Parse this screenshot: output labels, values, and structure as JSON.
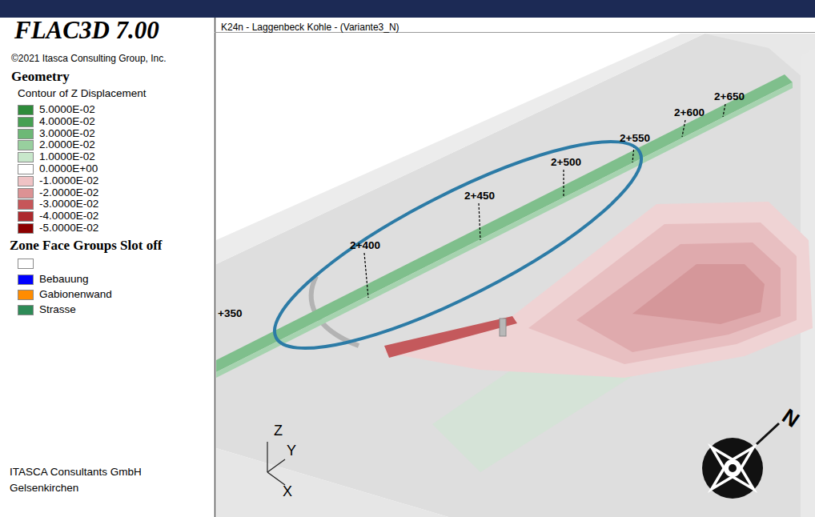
{
  "diagram": {
    "title": "K24n - Laggenbeck Kohle - (Variante3_N)",
    "labels": [
      "FLAC3D 7.00",
      "©2021 Itasca Consulting Group, Inc.",
      "Geometry",
      "Contour of Z Displacement",
      "Zone Face Groups Slot off",
      "ITASCA Consultants GmbH",
      "Gelsenkirchen",
      "+350",
      "2+400",
      "2+450",
      "2+500",
      "2+550",
      "2+600",
      "2+650",
      "Z",
      "Y",
      "X",
      "N"
    ],
    "legend": [
      {
        "text": "5.0000E-02",
        "color": "#2e8b3a"
      },
      {
        "text": "4.0000E-02",
        "color": "#46a052"
      },
      {
        "text": "3.0000E-02",
        "color": "#6db876"
      },
      {
        "text": "2.0000E-02",
        "color": "#98cf9e"
      },
      {
        "text": "1.0000E-02",
        "color": "#c8e7cb"
      },
      {
        "text": "0.0000E+00",
        "color": "#ffffff"
      },
      {
        "text": "-1.0000E-02",
        "color": "#efc3c5"
      },
      {
        "text": "-2.0000E-02",
        "color": "#dc9294"
      },
      {
        "text": "-3.0000E-02",
        "color": "#c65659"
      },
      {
        "text": "-4.0000E-02",
        "color": "#ad2a2e"
      },
      {
        "text": "-5.0000E-02",
        "color": "#8b0000"
      },
      {
        "text": "Bebauung",
        "color": "#0000ff"
      },
      {
        "text": "Gabionenwand",
        "color": "#ff8c00"
      },
      {
        "text": "Strasse",
        "color": "#2e8b57"
      }
    ]
  }
}
